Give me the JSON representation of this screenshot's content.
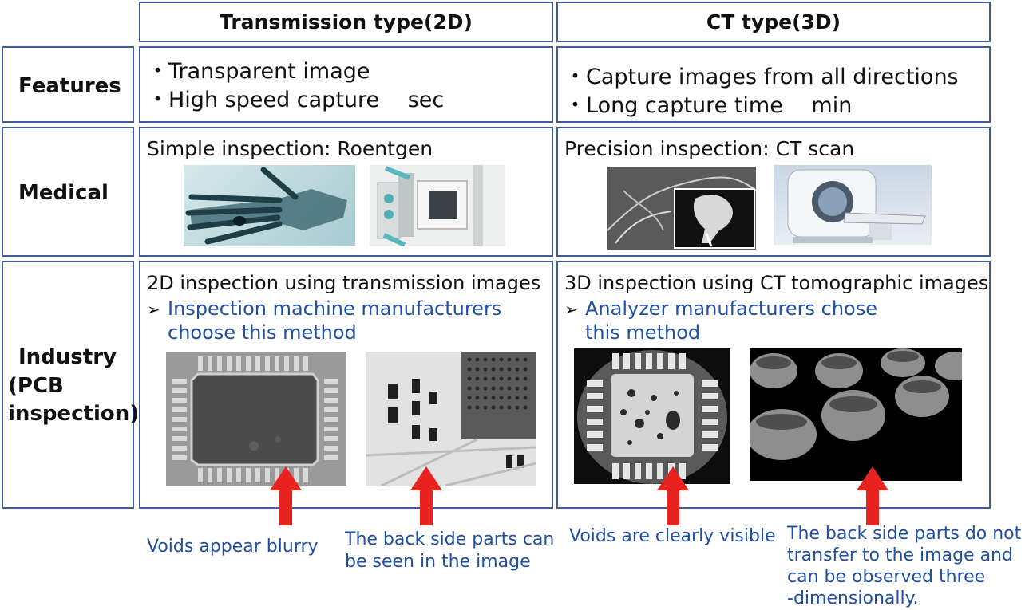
{
  "header": {
    "col1": "Transmission type(2D)",
    "col2": "CT type(3D)"
  },
  "rows": {
    "features": "Features",
    "medical": "Medical",
    "industry_line1": "Industry",
    "industry_line2": "(PCB",
    "industry_line3": "inspection)"
  },
  "features": {
    "left": [
      "・Transparent image",
      "・High speed capture　 sec"
    ],
    "right": [
      "・Capture images from all directions",
      "・Long capture time　 min"
    ]
  },
  "medical": {
    "left_title": "Simple inspection: Roentgen",
    "right_title": "Precision inspection: CT scan"
  },
  "industry": {
    "left_title": "2D inspection using transmission images",
    "left_note_1": "Inspection machine manufacturers",
    "left_note_2": "choose this method",
    "right_title": "3D inspection using CT tomographic images",
    "right_note_1": "Analyzer manufacturers chose",
    "right_note_2": "this method"
  },
  "captions": {
    "c1": "Voids appear blurry",
    "c2_1": "The back side parts can",
    "c2_2": "be seen in the image",
    "c3": "Voids are clearly visible",
    "c4_1": "The back side parts do not",
    "c4_2": "transfer to the image and",
    "c4_3": "can be observed three",
    "c4_4": "-dimensionally."
  },
  "colors": {
    "border": "#3e5c96",
    "note_text": "#1f4ea3",
    "arrow": "#e8231f"
  }
}
